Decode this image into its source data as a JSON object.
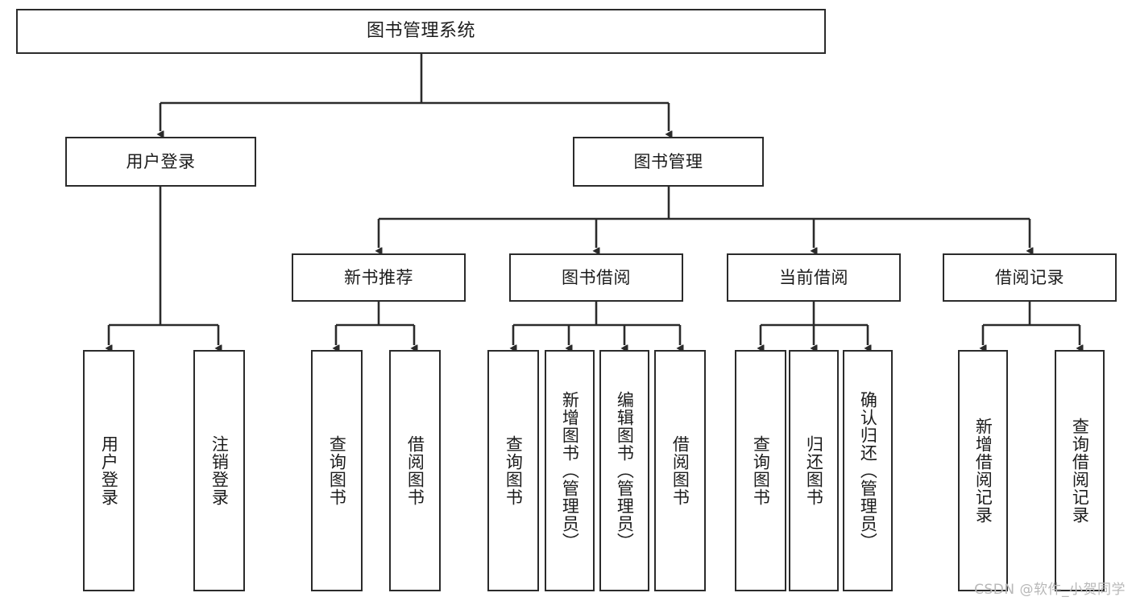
{
  "diagram": {
    "title": "图书管理系统",
    "type": "tree",
    "watermark": "CSDN @软件_小贺同学",
    "colors": {
      "stroke": "#2b2b2b",
      "fill": "#ffffff",
      "text": "#1c1c1c",
      "watermark": "#b8b8b8"
    },
    "nodes": {
      "root": {
        "label": "图书管理系统"
      },
      "level2": [
        {
          "id": "user-login",
          "label": "用户登录"
        },
        {
          "id": "book-manage",
          "label": "图书管理"
        }
      ],
      "level3": [
        {
          "id": "new-book-recommend",
          "label": "新书推荐"
        },
        {
          "id": "book-borrow",
          "label": "图书借阅"
        },
        {
          "id": "current-borrow",
          "label": "当前借阅"
        },
        {
          "id": "borrow-record",
          "label": "借阅记录"
        }
      ],
      "leaves": {
        "user-login": [
          {
            "id": "leaf-user-login",
            "label": "用户登录"
          },
          {
            "id": "leaf-logout",
            "label": "注销登录"
          }
        ],
        "new-book-recommend": [
          {
            "id": "leaf-query-book-1",
            "label": "查询图书"
          },
          {
            "id": "leaf-borrow-book-1",
            "label": "借阅图书"
          }
        ],
        "book-borrow": [
          {
            "id": "leaf-query-book-2",
            "label": "查询图书"
          },
          {
            "id": "leaf-add-book",
            "label": "新增图书（管理员）"
          },
          {
            "id": "leaf-edit-book",
            "label": "编辑图书（管理员）"
          },
          {
            "id": "leaf-borrow-book-2",
            "label": "借阅图书"
          }
        ],
        "current-borrow": [
          {
            "id": "leaf-query-book-3",
            "label": "查询图书"
          },
          {
            "id": "leaf-return-book",
            "label": "归还图书"
          },
          {
            "id": "leaf-confirm-return",
            "label": "确认归还（管理员）"
          }
        ],
        "borrow-record": [
          {
            "id": "leaf-add-record",
            "label": "新增借阅记录"
          },
          {
            "id": "leaf-query-record",
            "label": "查询借阅记录"
          }
        ]
      }
    }
  }
}
